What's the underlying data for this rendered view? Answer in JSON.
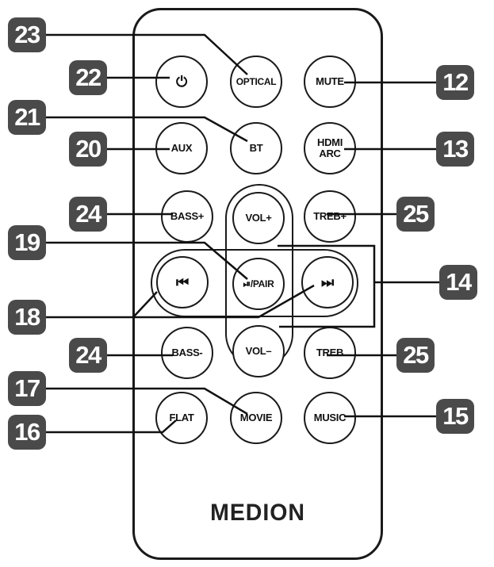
{
  "buttons": {
    "power": {
      "label": "⏻",
      "icon": "power-icon"
    },
    "optical": "OPTICAL",
    "mute": "MUTE",
    "aux": "AUX",
    "bt": "BT",
    "hdmi_arc": "HDMI ARC",
    "bass_plus": "BASS+",
    "vol_plus": "VOL+",
    "treb_plus": "TREB+",
    "prev": {
      "label": "⏮",
      "icon": "skip-previous-icon"
    },
    "play_pair": "⏯/PAIR",
    "next": {
      "label": "⏭",
      "icon": "skip-next-icon"
    },
    "bass_minus": "BASS-",
    "vol_minus": "VOL–",
    "treb_minus": "TREB",
    "flat": "FLAT",
    "movie": "MOVIE",
    "music": "MUSIC"
  },
  "callouts": [
    "23",
    "22",
    "21",
    "20",
    "24",
    "19",
    "18",
    "24",
    "17",
    "16",
    "12",
    "13",
    "25",
    "14",
    "25",
    "15"
  ],
  "brand": "MEDION",
  "colors": {
    "badge": "#4a4a4a",
    "outline": "#1a1a1a",
    "background": "#ffffff"
  }
}
